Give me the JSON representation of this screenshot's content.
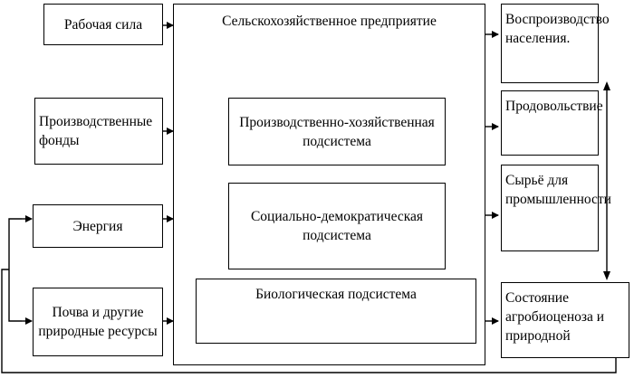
{
  "inputs": [
    {
      "label": "Рабочая сила"
    },
    {
      "label": "Производственные фонды"
    },
    {
      "label": "Энергия"
    },
    {
      "label": "Почва и другие природные ресурсы"
    }
  ],
  "enterprise": {
    "title": "Сельскохозяйственное предприятие",
    "subsystems": [
      {
        "label": "Производственно-хозяйственная подсистема"
      },
      {
        "label": "Социально-демократическая подсистема"
      },
      {
        "label": "Биологическая подсистема"
      }
    ]
  },
  "outputs": [
    {
      "label": "Воспроизводство населения."
    },
    {
      "label": "Продовольствие"
    },
    {
      "label": "Сырьё для промышленности"
    },
    {
      "label": "Состояние агробиоценоза и природной"
    }
  ]
}
